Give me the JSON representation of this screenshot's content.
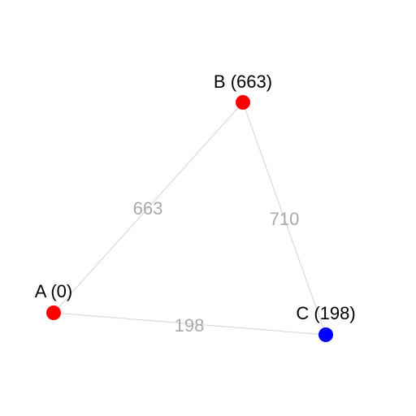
{
  "graph": {
    "nodes": [
      {
        "id": "A",
        "label": "A (0)",
        "color": "#ff0000"
      },
      {
        "id": "B",
        "label": "B (663)",
        "color": "#ff0000"
      },
      {
        "id": "C",
        "label": "C (198)",
        "color": "#0000ff"
      }
    ],
    "edges": [
      {
        "from": "A",
        "to": "B",
        "weight": "663"
      },
      {
        "from": "B",
        "to": "C",
        "weight": "710"
      },
      {
        "from": "A",
        "to": "C",
        "weight": "198"
      }
    ],
    "edge_color": "#d3d3d3",
    "edge_label_color": "#a9a9a9"
  }
}
